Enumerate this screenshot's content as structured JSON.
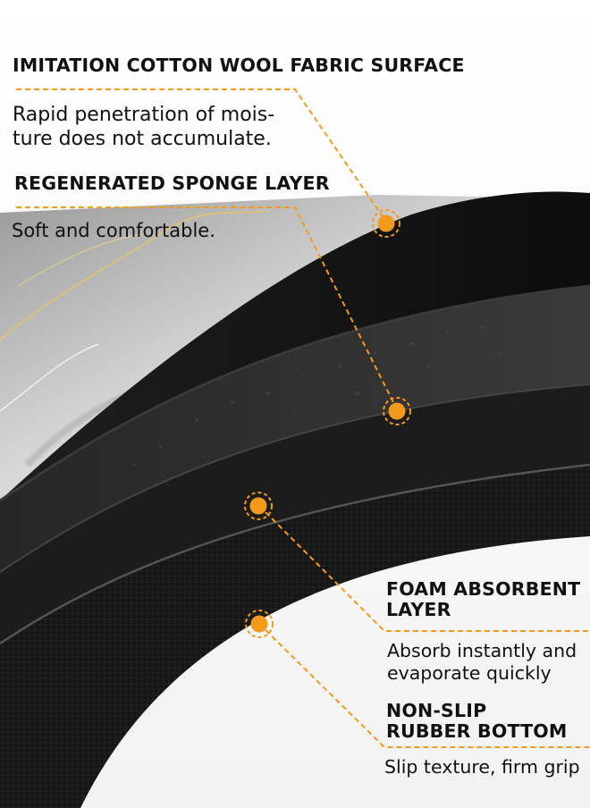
{
  "layers": [
    {
      "title": "IMITATION COTTON WOOL FABRIC SURFACE",
      "description": "Rapid penetration of moisture does not accumulate.",
      "description_lines": [
        "Rapid penetration of mois-",
        "ture does not accumulate."
      ]
    },
    {
      "title": "REGENERATED SPONGE LAYER",
      "description": "Soft and comfortable."
    },
    {
      "title": "FOAM ABSORBENT LAYER",
      "title_lines": [
        "FOAM ABSORBENT",
        "LAYER"
      ],
      "description": "Absorb instantly and evaporate quickly",
      "description_lines": [
        "Absorb instantly and",
        "evaporate quickly"
      ]
    },
    {
      "title": "NON-SLIP RUBBER BOTTOM",
      "title_lines": [
        "NON-SLIP",
        "RUBBER BOTTOM"
      ],
      "description": "Slip texture, firm grip"
    }
  ],
  "colors": {
    "accent": "#f39a1a",
    "mat": "#111111",
    "mat_edge": "#2b2b2b",
    "marble_gold": "#d9c27a"
  },
  "marker_icon": "dashed-ring-orange-dot"
}
